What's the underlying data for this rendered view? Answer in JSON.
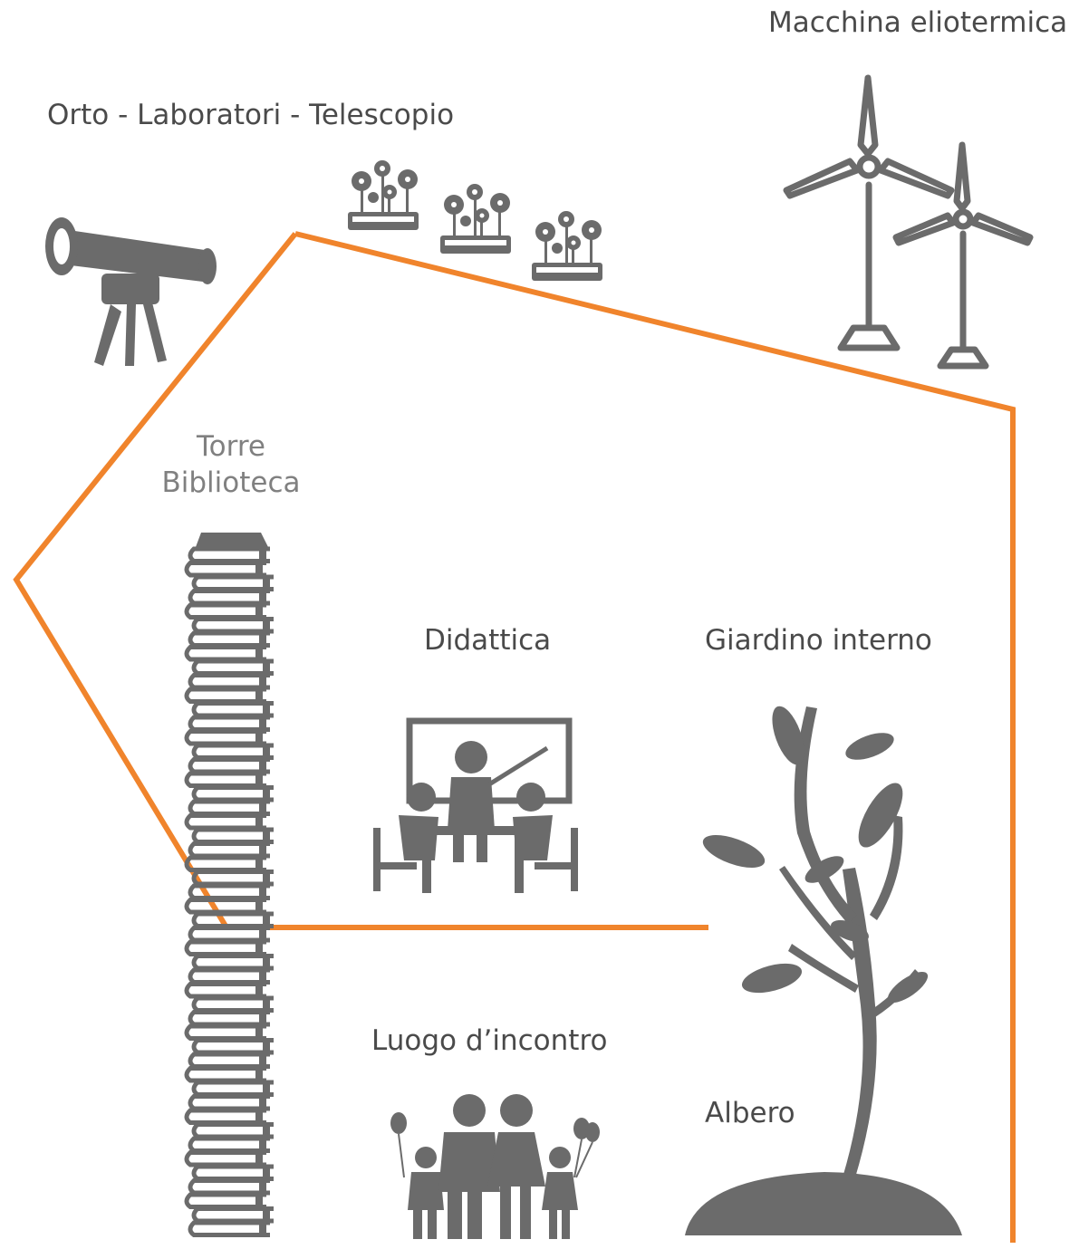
{
  "labels": {
    "machine": "Macchina eliotermica",
    "garden_lab": "Orto - Laboratori - Telescopio",
    "tower_line1": "Torre",
    "tower_line2": "Biblioteca",
    "didactics": "Didattica",
    "inner_garden": "Giardino interno",
    "meeting": "Luogo d’incontro",
    "tree": "Albero"
  },
  "colors": {
    "outline": "#f0842c",
    "icon": "#6b6b6b",
    "text": "#4a4a4a"
  },
  "icons": [
    "telescope-icon",
    "flower-planter-icon",
    "wind-turbine-icon",
    "book-stack-icon",
    "classroom-icon",
    "tree-icon",
    "family-icon"
  ]
}
